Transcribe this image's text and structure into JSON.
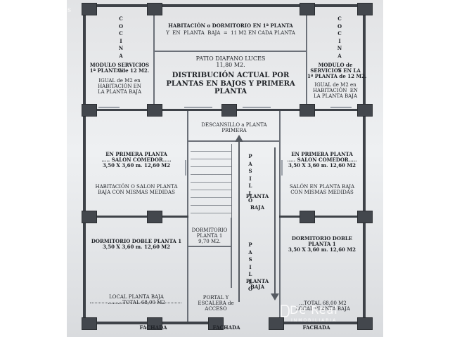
{
  "plan": {
    "kitchen_left_vertical": "C\nO\nC\nI\nN\nA\n\nY",
    "kitchen_right_vertical": "C\nO\nC\nI\nN\nA\n\nY",
    "top_center_line1": "HABITACIÓN o DORMITORIO EN 1ª PLANTA",
    "top_center_line2": "Y  EN  PLANTA  BAJA  =  11 M2 EN CADA PLANTA",
    "service_left": "MODULO SERVICIOS\n1ª PLANTA de 12 M2.",
    "service_left_note": "IGUAL de M2 en\nHABITACIÓN EN\nLA PLANTA BAJA",
    "service_right": "MODULO de\nSERVICIOS EN LA\n1ª PLANTA de 12 M2.",
    "service_right_note": "IGUAL de M2 en\nHABITACIÓN  EN\nLA PLANTA BAJA",
    "patio": "PATIO DIAFANO LUCES\n11,80 M2.",
    "main_title": "DISTRIBUCIÓN ACTUAL POR\nPLANTAS EN BAJOS Y PRIMERA\nPLANTA",
    "landing": "DESCANSILLO a PLANTA\nPRIMERA",
    "hall_upper_vertical": "P\nA\nS\nI\nL\nL\nO",
    "hall_upper_label": "PLANTA\n\nBAJA",
    "hall_lower_vertical": "P\nA\nS\nI\nL\nL\nO",
    "hall_lower_label": "PLANTA\nBAJA",
    "salon_left": "EN PRIMERA PLANTA\n….. SALON COMEDOR…..\n3,50 X 3,60 m. 12,60 M2",
    "salon_left_note": "HABITACIÓN O SALON PLANTA\nBAJA CON MISMAS MEDIDAS",
    "salon_right": "EN PRIMERA PLANTA\n….. SALON COMEDOR…..\n3,50 X 3,60 m. 12,60 M2",
    "salon_right_note": "SALÓN EN PLANTA BAJA\nCON MISMAS MEDIDAS",
    "bedroom_center": "DORMITORIO\nPLANTA 1\n9,70 M2.",
    "bedroom_left": "DORMITORIO DOBLE PLANTA 1\n3,50 X 3,60 m. 12,60 M2",
    "bedroom_right": "DORMITORIO DOBLE\nPLANTA 1\n3,50 X 3,60 m. 12,60 M2",
    "local_left": "LOCAL PLANTA BAJA\n………TOTAL 68,00 M2",
    "portal": "PORTAL Y\nESCALERA de\nACCESO",
    "local_right": "…TOTAL 68,00 M2\nLOCAL PLANTA BAJA",
    "facade": [
      "FACHADA",
      "FACHADA",
      "FACHADA"
    ],
    "corner_mark": "S"
  },
  "watermark": {
    "brand": "De Real",
    "sub": "INMOBILIARIA"
  },
  "colors": {
    "wall": "#3e4248",
    "text": "#1e2126",
    "sheet": "#e2e3e5"
  }
}
